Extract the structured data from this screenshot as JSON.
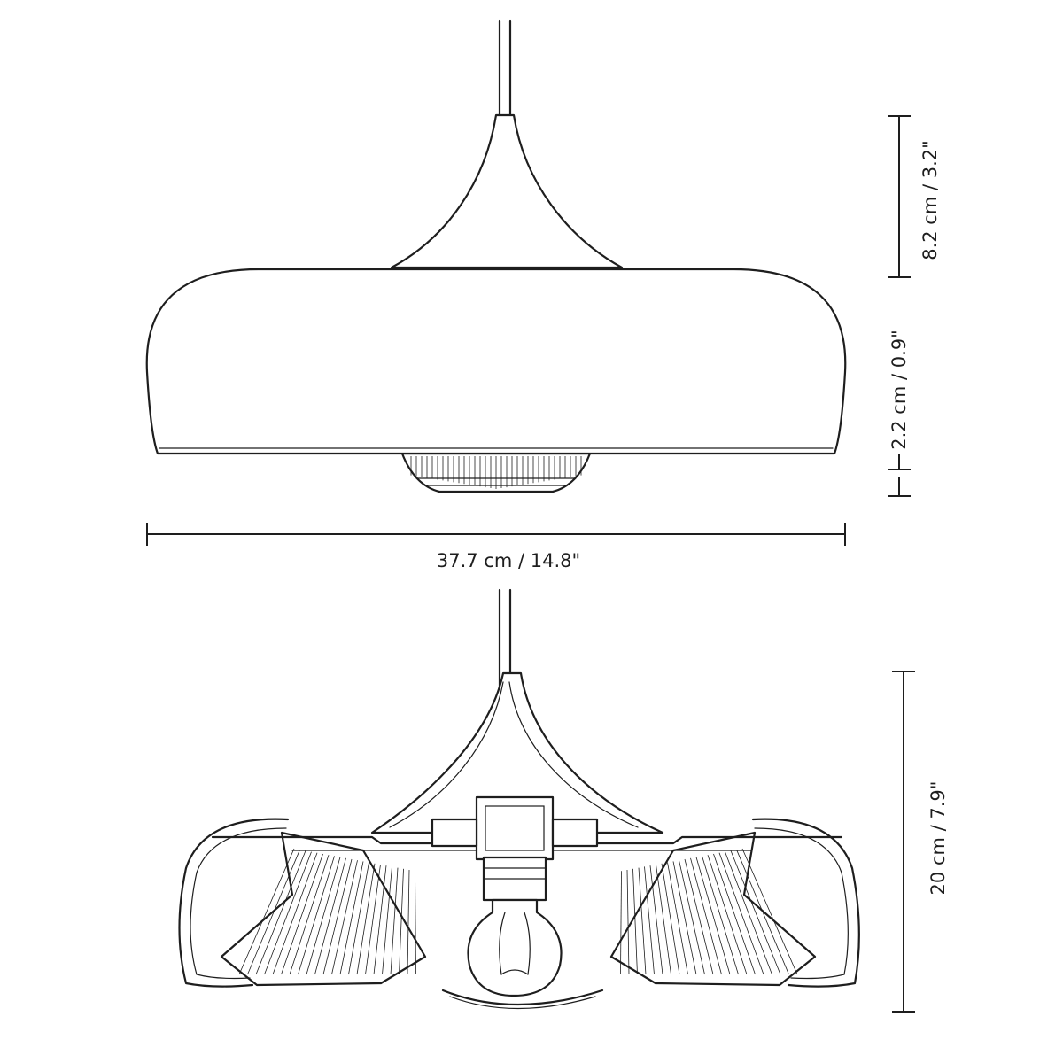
{
  "dimensions": {
    "width": "37.7 cm / 14.8\"",
    "top_height": "8.2 cm / 3.2\"",
    "diffuser_height": "2.2 cm / 0.9\"",
    "total_height": "20 cm / 7.9\""
  }
}
